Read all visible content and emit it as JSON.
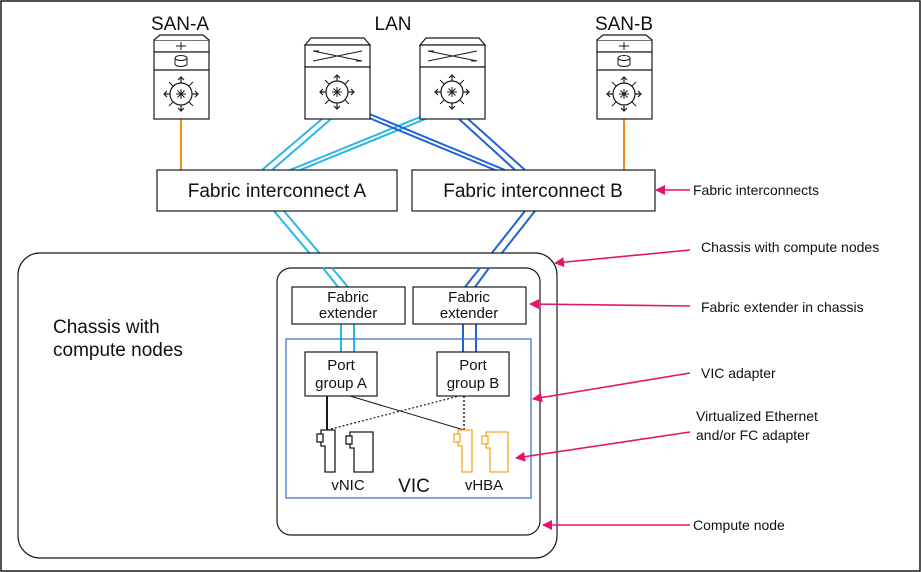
{
  "labels": {
    "san_a": "SAN-A",
    "lan": "LAN",
    "san_b": "SAN-B",
    "fabric_interconnect_a": "Fabric interconnect A",
    "fabric_interconnect_b": "Fabric interconnect B",
    "fabric_extender_a": [
      "Fabric",
      "extender"
    ],
    "fabric_extender_b": [
      "Fabric",
      "extender"
    ],
    "port_group_a": [
      "Port",
      "group A"
    ],
    "port_group_b": [
      "Port",
      "group B"
    ],
    "chassis_label": [
      "Chassis with",
      "compute nodes"
    ],
    "vnic": "vNIC",
    "vic": "VIC",
    "vhba": "vHBA"
  },
  "callouts": {
    "fabric_interconnects": "Fabric interconnects",
    "chassis": "Chassis with compute nodes",
    "fabric_extender": "Fabric extender in chassis",
    "vic_adapter": "VIC adapter",
    "virtualized": [
      "Virtualized Ethernet",
      "and/or FC adapter"
    ],
    "compute_node": "Compute node"
  },
  "colors": {
    "light_blue": "#29b6e8",
    "dark_blue": "#1f63d6",
    "orange": "#f08a1c",
    "magenta": "#e6136c",
    "vic_border": "#3a76d0",
    "vhba_orange": "#f5a623"
  },
  "icons": {
    "san_switch": "mds-storage-switch-icon",
    "lan_switch": "nexus-lan-switch-icon"
  }
}
